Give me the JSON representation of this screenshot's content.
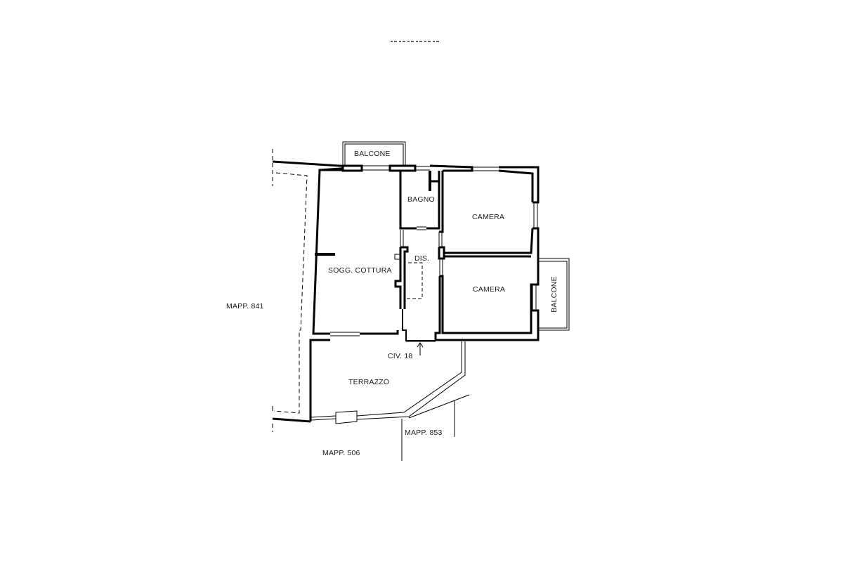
{
  "drawing": {
    "type": "architectural floor plan",
    "header_fragment": "",
    "colors": {
      "wall": "#000000",
      "thin_line": "#555555",
      "background": "#ffffff"
    }
  },
  "rooms": [
    {
      "id": "balcone_top",
      "label": "BALCONE"
    },
    {
      "id": "bagno",
      "label": "BAGNO"
    },
    {
      "id": "camera_1",
      "label": "CAMERA"
    },
    {
      "id": "soggiorno",
      "label": "SOGG. COTTURA"
    },
    {
      "id": "disimpegno",
      "label": "DIS."
    },
    {
      "id": "camera_2",
      "label": "CAMERA"
    },
    {
      "id": "balcone_right",
      "label": "BALCONE"
    },
    {
      "id": "terrazzo",
      "label": "TERRAZZO"
    }
  ],
  "annotations": {
    "entrance": "CIV. 18",
    "parcels": [
      "MAPP. 841",
      "MAPP. 506",
      "MAPP. 853"
    ]
  }
}
